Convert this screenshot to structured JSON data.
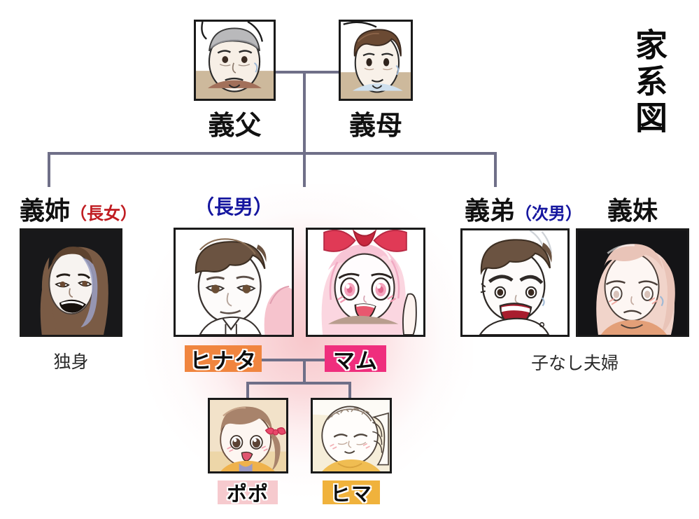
{
  "title": "家系図",
  "generations": {
    "grandparents": [
      {
        "id": "father-in-law",
        "label": "義父",
        "portrait": "elderly-man-portrait"
      },
      {
        "id": "mother-in-law",
        "label": "義母",
        "portrait": "elderly-woman-portrait"
      }
    ],
    "siblings": [
      {
        "id": "sister-in-law-eldest",
        "label": "義姉",
        "birth_order": "（長女）",
        "birth_order_color": "#c01d22",
        "caption": "独身",
        "portrait": "smirking-woman-portrait"
      },
      {
        "id": "husband",
        "label": "",
        "birth_order": "（長男）",
        "birth_order_color": "#15169f",
        "name_chip": "ヒナタ",
        "chip_color": "#f0853f",
        "portrait": "young-man-portrait"
      },
      {
        "id": "wife",
        "label": "",
        "name_chip": "マム",
        "chip_color": "#ef2e7d",
        "portrait": "pink-haired-woman-portrait"
      },
      {
        "id": "brother-in-law-second",
        "label": "義弟",
        "birth_order": "（次男）",
        "birth_order_color": "#15169f",
        "caption": "子なし夫婦",
        "portrait": "shouting-man-portrait"
      },
      {
        "id": "sister-in-law-younger",
        "label": "義妹",
        "birth_order": "",
        "portrait": "worried-woman-portrait"
      }
    ],
    "children": [
      {
        "id": "daughter",
        "name_chip": "ポポ",
        "chip_color": "#f6cace",
        "portrait": "toddler-girl-portrait"
      },
      {
        "id": "baby",
        "name_chip": "ヒマ",
        "chip_color": "#f0b23c",
        "portrait": "sleeping-baby-portrait"
      }
    ]
  },
  "captions": {
    "single": "独身",
    "childless_couple": "子なし夫婦"
  },
  "colors": {
    "connector": "#6f6f88",
    "highlight_glow": "#f7c4c8",
    "red_text": "#c01d22",
    "blue_text": "#15169f",
    "chip_hinata": "#f0853f",
    "chip_mam": "#ef2e7d",
    "chip_popo": "#f6cace",
    "chip_hima": "#f0b23c"
  }
}
